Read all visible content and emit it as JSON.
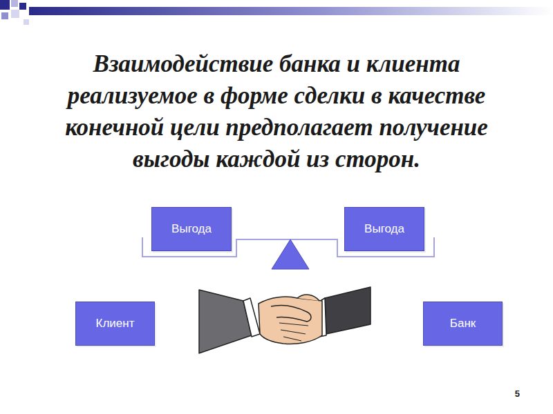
{
  "diagram": {
    "title": "Взаимодействие банка и клиента реализуемое в форме сделки в качестве конечной цели предполагает получение выгоды каждой из сторон.",
    "nodes": [
      {
        "text": [
          "Выгода"
        ]
      },
      {
        "text": [
          "Выгода"
        ]
      },
      {
        "text": [
          "Клиент"
        ]
      },
      {
        "text": [
          "Банк"
        ]
      }
    ],
    "labels": [
      "5"
    ]
  }
}
